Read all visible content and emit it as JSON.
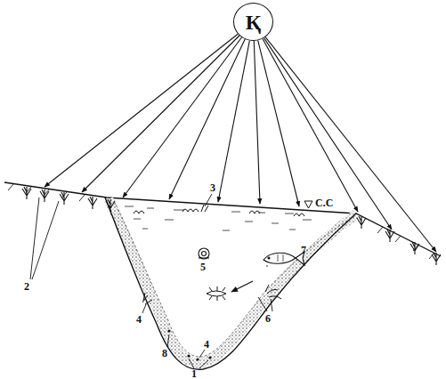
{
  "diagram": {
    "nodes": [
      {
        "text": [
          "Қ"
        ]
      }
    ],
    "labels": [
      "С.С",
      "3",
      "2",
      "4",
      "5",
      "7",
      "6",
      "8",
      "4",
      "1"
    ]
  }
}
